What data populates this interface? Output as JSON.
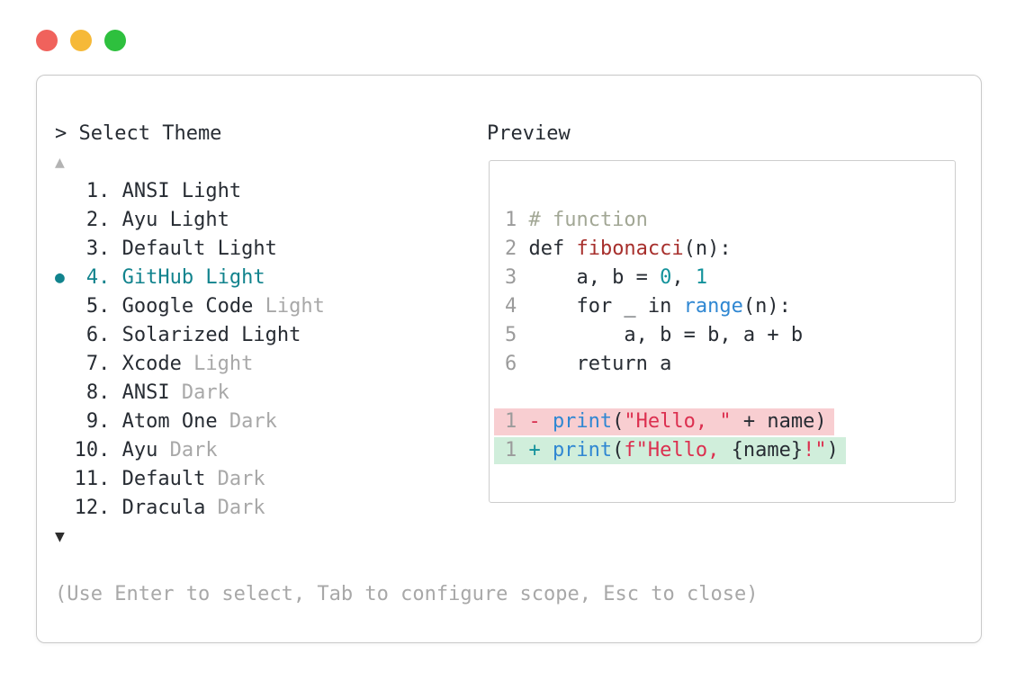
{
  "palette": {
    "text_dark": "#272c33",
    "text_dim": "#a8a8a8",
    "line_number": "#9b9b9b",
    "accent_teal": "#11838d",
    "border": "#c9c9c9",
    "code_comment": "#a2a795",
    "code_func": "#a72f2c",
    "code_number": "#13929b",
    "code_builtin": "#2f87d2",
    "code_string": "#dc2f4f",
    "diff_minus": "#d8304f",
    "diff_plus": "#12919b",
    "diff_removed_bg": "#f8ced1",
    "diff_added_bg": "#d0eedb",
    "light_red": "#f0625c",
    "light_yellow": "#f6b938",
    "light_green": "#2ec03e"
  },
  "selector": {
    "title": "> Select Theme",
    "scroll_up_icon": "▲",
    "scroll_down_icon": "▼",
    "selected_marker": "●",
    "items": [
      {
        "number": "1.",
        "name": "ANSI Light",
        "suffix": "",
        "selected": false
      },
      {
        "number": "2.",
        "name": "Ayu Light",
        "suffix": "",
        "selected": false
      },
      {
        "number": "3.",
        "name": "Default Light",
        "suffix": "",
        "selected": false
      },
      {
        "number": "4.",
        "name": "GitHub Light",
        "suffix": "",
        "selected": true
      },
      {
        "number": "5.",
        "name": "Google Code",
        "suffix": " Light",
        "selected": false
      },
      {
        "number": "6.",
        "name": "Solarized Light",
        "suffix": "",
        "selected": false
      },
      {
        "number": "7.",
        "name": "Xcode",
        "suffix": " Light",
        "selected": false
      },
      {
        "number": "8.",
        "name": "ANSI",
        "suffix": " Dark",
        "selected": false
      },
      {
        "number": "9.",
        "name": "Atom One",
        "suffix": " Dark",
        "selected": false
      },
      {
        "number": "10.",
        "name": "Ayu",
        "suffix": " Dark",
        "selected": false
      },
      {
        "number": "11.",
        "name": "Default",
        "suffix": " Dark",
        "selected": false
      },
      {
        "number": "12.",
        "name": "Dracula",
        "suffix": " Dark",
        "selected": false
      }
    ],
    "footer_hint": "(Use Enter to select, Tab to configure scope, Esc to close)"
  },
  "preview": {
    "label": "Preview",
    "code_lines": [
      {
        "num": "1",
        "tokens": [
          {
            "text": "# function",
            "style": "comment"
          }
        ]
      },
      {
        "num": "2",
        "tokens": [
          {
            "text": "def ",
            "style": "plain"
          },
          {
            "text": "fibonacci",
            "style": "func"
          },
          {
            "text": "(n):",
            "style": "plain"
          }
        ]
      },
      {
        "num": "3",
        "tokens": [
          {
            "text": "    a, b = ",
            "style": "plain"
          },
          {
            "text": "0",
            "style": "number"
          },
          {
            "text": ", ",
            "style": "plain"
          },
          {
            "text": "1",
            "style": "number"
          }
        ]
      },
      {
        "num": "4",
        "tokens": [
          {
            "text": "    for _ in ",
            "style": "plain"
          },
          {
            "text": "range",
            "style": "builtin"
          },
          {
            "text": "(n):",
            "style": "plain"
          }
        ]
      },
      {
        "num": "5",
        "tokens": [
          {
            "text": "        a, b = b, a + b",
            "style": "plain"
          }
        ]
      },
      {
        "num": "6",
        "tokens": [
          {
            "text": "    return a",
            "style": "plain"
          }
        ]
      }
    ],
    "diff_lines": [
      {
        "num": "1",
        "sign": "-",
        "kind": "removed",
        "tokens": [
          {
            "text": "print",
            "style": "builtin"
          },
          {
            "text": "(",
            "style": "plain"
          },
          {
            "text": "\"Hello, \"",
            "style": "string"
          },
          {
            "text": " + name)",
            "style": "plain"
          }
        ]
      },
      {
        "num": "1",
        "sign": "+",
        "kind": "added",
        "tokens": [
          {
            "text": "print",
            "style": "builtin"
          },
          {
            "text": "(",
            "style": "plain"
          },
          {
            "text": "f\"Hello, ",
            "style": "string"
          },
          {
            "text": "{name}",
            "style": "plain"
          },
          {
            "text": "!\"",
            "style": "string"
          },
          {
            "text": ")",
            "style": "plain"
          }
        ]
      }
    ]
  }
}
